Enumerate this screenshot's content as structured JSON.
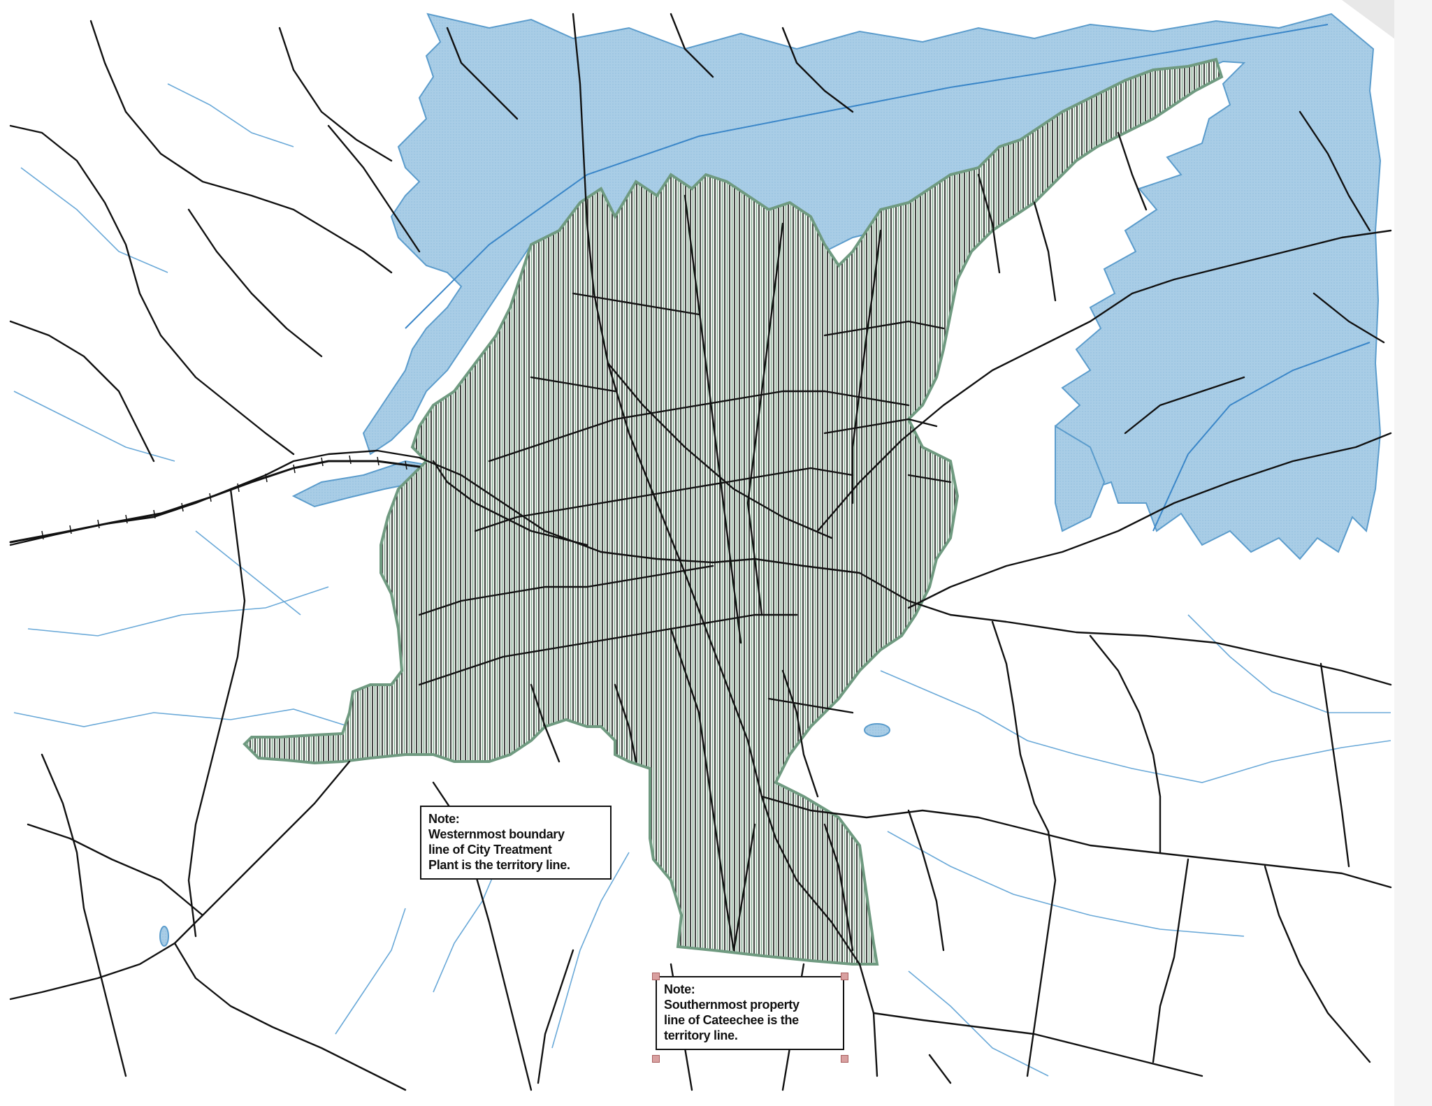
{
  "map": {
    "colors": {
      "water": "#a9cde6",
      "water_edge": "#5b9ccc",
      "stream": "#6aa9d8",
      "road": "#111111",
      "territory_fill": "#8fa896",
      "territory_edge": "#6f9a80"
    },
    "notes": [
      {
        "id": "west",
        "title": "Note:",
        "body": "Westernmost boundary\nline of City Treatment\nPlant is the territory line."
      },
      {
        "id": "south",
        "title": "Note:",
        "body": "Southernmost property\nline of Cateechee is the\nterritory line."
      }
    ]
  }
}
